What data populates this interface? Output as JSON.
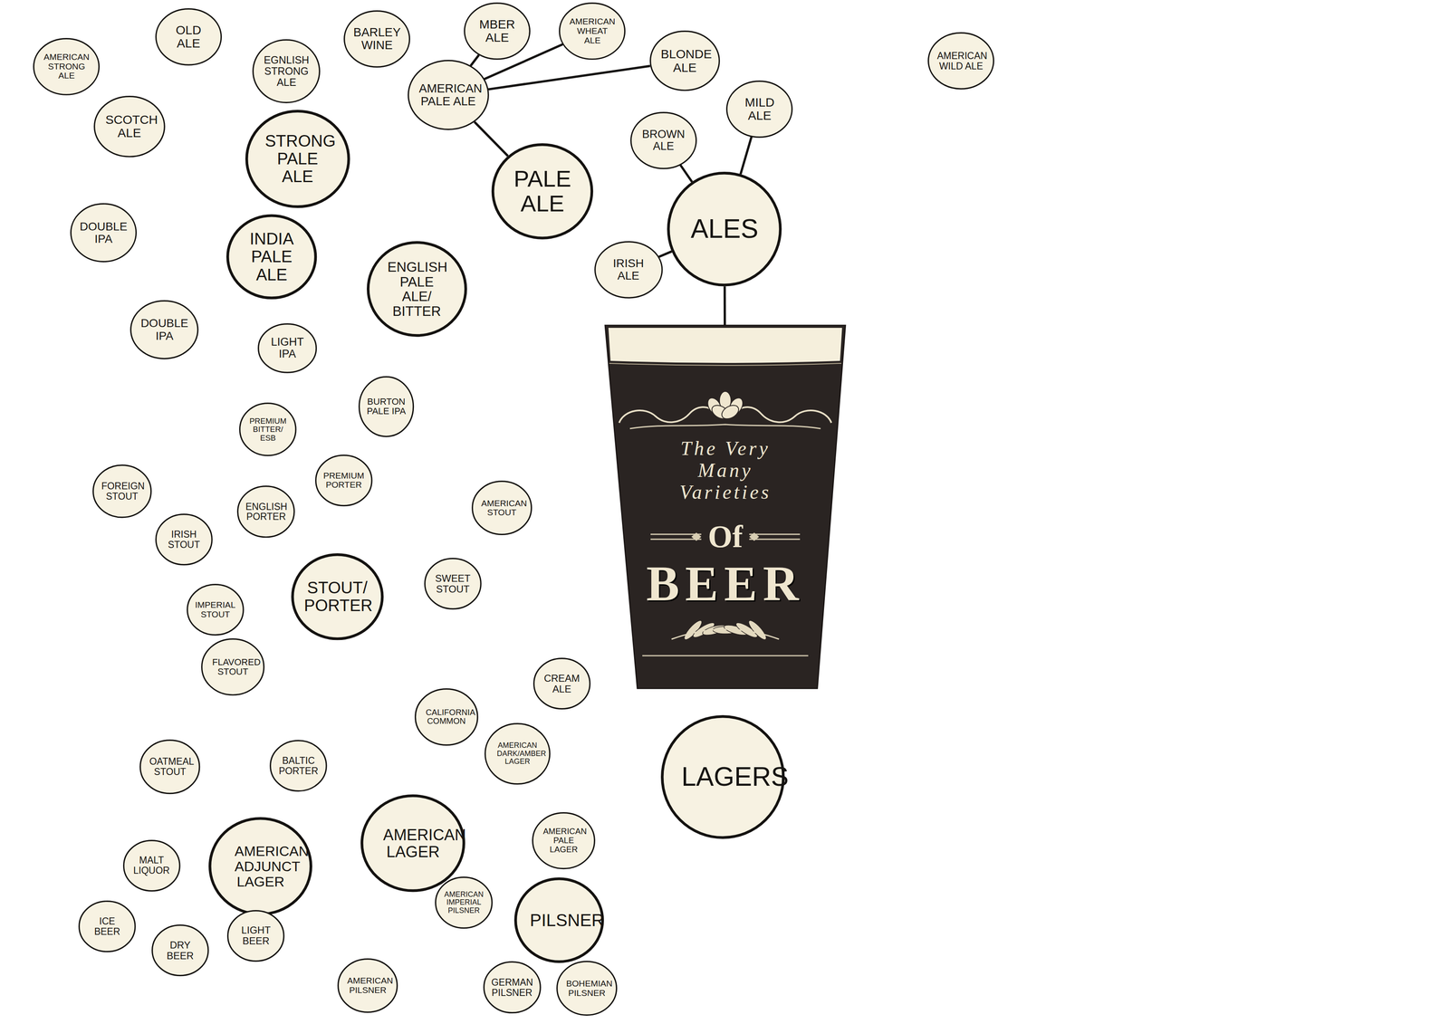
{
  "diagram": {
    "nodes": [
      {
        "text": [
          "MBER ALE"
        ]
      },
      {
        "text": [
          "AMERICAN WHEAT ALE"
        ]
      },
      {
        "text": [
          "OLD ALE"
        ]
      },
      {
        "text": [
          "BARLEY WINE"
        ]
      },
      {
        "text": [
          "BLONDE ALE"
        ]
      },
      {
        "text": [
          "AMERICAN WILD ALE"
        ]
      },
      {
        "text": [
          "AMERICAN STRONG ALE"
        ]
      },
      {
        "text": [
          "EGNLISH STRONG ALE"
        ]
      },
      {
        "text": [
          "AMERICAN PALE ALE"
        ]
      },
      {
        "text": [
          "MILD ALE"
        ]
      },
      {
        "text": [
          "SCOTCH ALE"
        ]
      },
      {
        "text": [
          "BROWN ALE"
        ]
      },
      {
        "text": [
          "STRONG PALE ALE"
        ]
      },
      {
        "text": [
          "PALE ALE"
        ]
      },
      {
        "text": [
          "ALES"
        ]
      },
      {
        "text": [
          "DOUBLE IPA"
        ]
      },
      {
        "text": [
          "INDIA PALE ALE"
        ]
      },
      {
        "text": [
          "IRISH ALE"
        ]
      },
      {
        "text": [
          "ENGLISH PALE ALE/ BITTER"
        ]
      },
      {
        "text": [
          "DOUBLE IPA"
        ]
      },
      {
        "text": [
          "LIGHT IPA"
        ]
      },
      {
        "text": [
          "The Very Many Varieties",
          "Of",
          "BEER"
        ]
      },
      {
        "text": [
          "BURTON PALE IPA"
        ]
      },
      {
        "text": [
          "PREMIUM BITTER/ ESB"
        ]
      },
      {
        "text": [
          "PREMIUM PORTER"
        ]
      },
      {
        "text": [
          "FOREIGN STOUT"
        ]
      },
      {
        "text": [
          "AMERICAN STOUT"
        ]
      },
      {
        "text": [
          "ENGLISH PORTER"
        ]
      },
      {
        "text": [
          "IRISH STOUT"
        ]
      },
      {
        "text": [
          "SWEET STOUT"
        ]
      },
      {
        "text": [
          "STOUT/ PORTER"
        ]
      },
      {
        "text": [
          "IMPERIAL STOUT"
        ]
      },
      {
        "text": [
          "FLAVORED STOUT"
        ]
      },
      {
        "text": [
          "CREAM ALE"
        ]
      },
      {
        "text": [
          "CALIFORNIA COMMON"
        ]
      },
      {
        "text": [
          "AMERICAN DARK/AMBER LAGER"
        ]
      },
      {
        "text": [
          "OATMEAL STOUT"
        ]
      },
      {
        "text": [
          "BALTIC PORTER"
        ]
      },
      {
        "text": [
          "LAGERS"
        ]
      },
      {
        "text": [
          "AMERICAN PALE LAGER"
        ]
      },
      {
        "text": [
          "AMERICAN LAGER"
        ]
      },
      {
        "text": [
          "MALT LIQUOR"
        ]
      },
      {
        "text": [
          "AMERICAN ADJUNCT LAGER"
        ]
      },
      {
        "text": [
          "AMERICAN IMPERIAL PILSNER"
        ]
      },
      {
        "text": [
          "PILSNER"
        ]
      },
      {
        "text": [
          "ICE BEER"
        ]
      },
      {
        "text": [
          "LIGHT BEER"
        ]
      },
      {
        "text": [
          "DRY BEER"
        ]
      },
      {
        "text": [
          "AMERICAN PILSNER"
        ]
      },
      {
        "text": [
          "GERMAN PILSNER"
        ]
      },
      {
        "text": [
          "BOHEMIAN PILSNER"
        ]
      }
    ],
    "edges": [
      {
        "from": 13,
        "to": 8,
        "arrow": "none"
      },
      {
        "from": 8,
        "to": 0,
        "arrow": "none"
      },
      {
        "from": 8,
        "to": 1,
        "arrow": "none"
      },
      {
        "from": 8,
        "to": 4,
        "arrow": "none"
      },
      {
        "from": 14,
        "to": 11,
        "arrow": "none"
      },
      {
        "from": 14,
        "to": 9,
        "arrow": "none"
      },
      {
        "from": 14,
        "to": 17,
        "arrow": "none"
      },
      {
        "from": 14,
        "to": 21,
        "arrow": "none"
      }
    ]
  }
}
